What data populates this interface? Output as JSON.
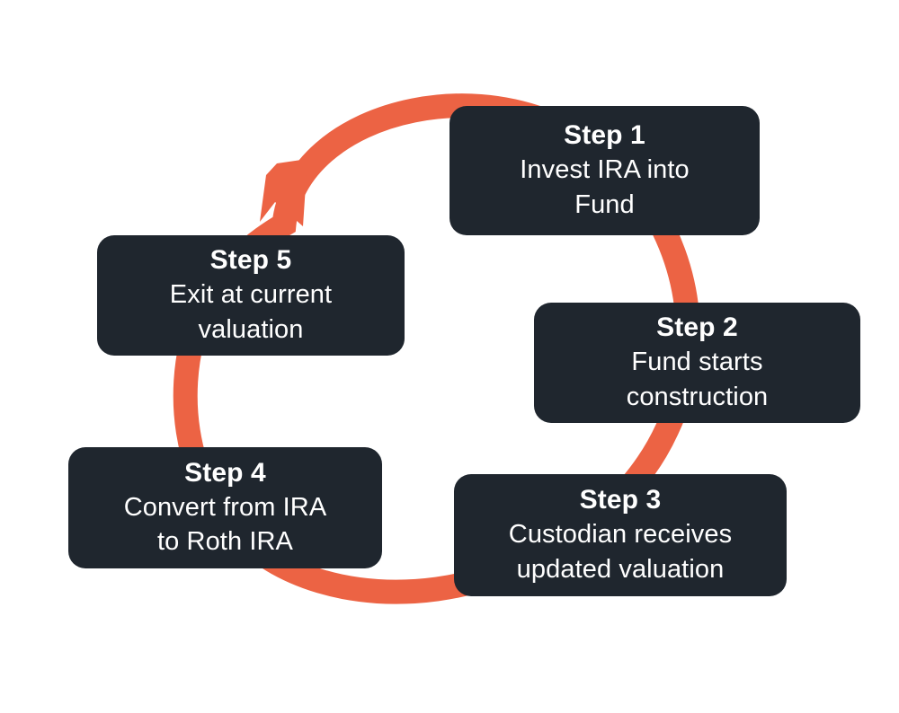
{
  "diagram": {
    "title": "Roth IRA conversion process cycle",
    "type": "cycle-flow",
    "background_color": "#ffffff",
    "box_color": "#1f262e",
    "box_text_color": "#ffffff",
    "arrow_color": "#ec6344",
    "direction": "counter-clockwise"
  },
  "steps": [
    {
      "id": "step-1",
      "title": "Step 1",
      "lines": [
        "Invest IRA into",
        "Fund"
      ]
    },
    {
      "id": "step-2",
      "title": "Step 2",
      "lines": [
        "Fund starts",
        "construction"
      ]
    },
    {
      "id": "step-3",
      "title": "Step 3",
      "lines": [
        "Custodian receives",
        "updated valuation"
      ]
    },
    {
      "id": "step-4",
      "title": "Step 4",
      "lines": [
        "Convert from IRA",
        "to Roth IRA"
      ]
    },
    {
      "id": "step-5",
      "title": "Step 5",
      "lines": [
        "Exit at current",
        "valuation"
      ]
    }
  ],
  "arrow": {
    "name": "cycle-arrow",
    "head_direction": "up-right",
    "head_position": "top-left of cycle"
  }
}
